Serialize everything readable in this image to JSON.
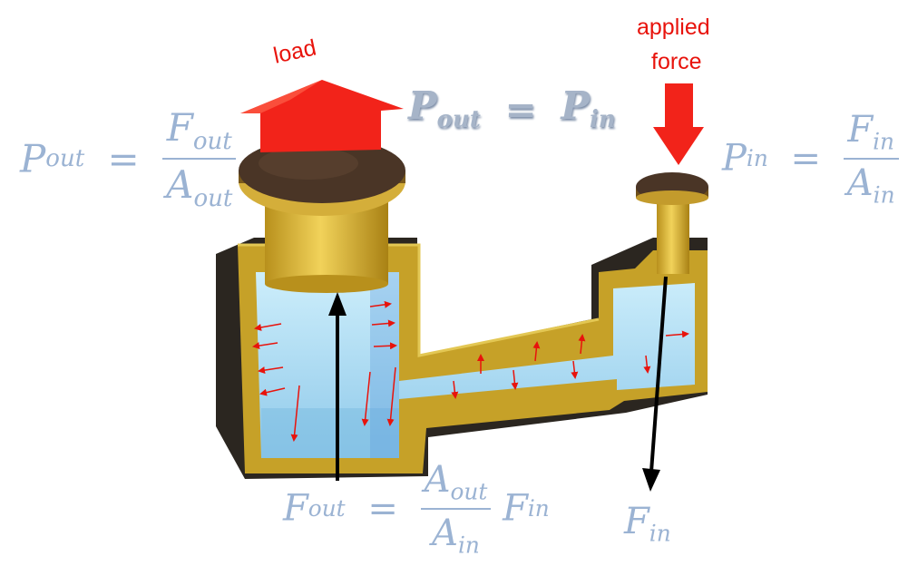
{
  "labels": {
    "load": "load",
    "applied_force": [
      "applied",
      "force"
    ]
  },
  "equations": {
    "center": {
      "P": "P",
      "out": "out",
      "eq": "=",
      "P2": "P",
      "in": "in"
    },
    "left": {
      "P": "P",
      "out": "out",
      "eq": "=",
      "F": "F",
      "F_sub": "out",
      "A": "A",
      "A_sub": "out"
    },
    "right": {
      "P": "P",
      "in": "in",
      "eq": "=",
      "F": "F",
      "F_sub": "in",
      "A": "A",
      "A_sub": "in"
    },
    "bottom": {
      "F": "F",
      "out": "out",
      "eq": "=",
      "A": "A",
      "A_sub": "out",
      "A2": "A",
      "A2_sub": "in",
      "F2": "F",
      "F2_sub": "in"
    },
    "fin": {
      "F": "F",
      "in": "in"
    }
  },
  "colors": {
    "math": "#9bb3d3",
    "label_red": "#e8130c",
    "arrow_red": "#f2231a",
    "gold": "#c9a428",
    "fluid": "#b5e0f5",
    "piston_top": "#4a3526"
  }
}
